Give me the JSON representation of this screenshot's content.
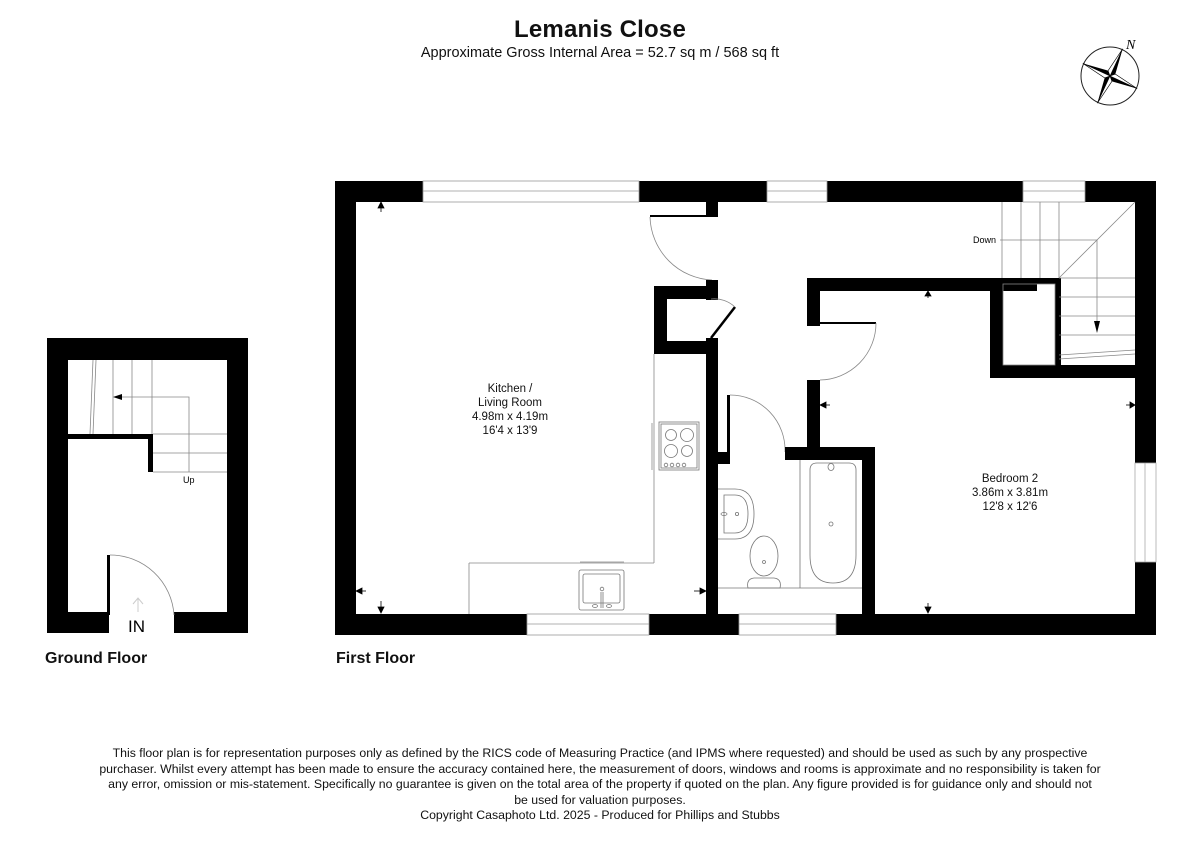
{
  "header": {
    "title": "Lemanis Close",
    "subtitle": "Approximate Gross Internal Area = 52.7 sq m / 568 sq ft"
  },
  "compass": {
    "icon": "north-compass-icon",
    "north_label": "N"
  },
  "ground_floor": {
    "label": "Ground Floor",
    "stair_label": "Up",
    "entrance_label": "IN"
  },
  "first_floor": {
    "label": "First Floor",
    "stair_label": "Down",
    "rooms": [
      {
        "name_line1": "Kitchen /",
        "name_line2": "Living Room",
        "metric": "4.98m x 4.19m",
        "imperial": "16'4 x 13'9"
      },
      {
        "name_line1": "Bedroom 2",
        "metric": "3.86m x 3.81m",
        "imperial": "12'8 x 12'6"
      }
    ],
    "fixtures": [
      "hob-icon",
      "kitchen-sink-icon",
      "bathroom-basin-icon",
      "toilet-icon",
      "bathtub-icon"
    ]
  },
  "footer": {
    "disclaimer_lines": [
      "This floor plan is for representation purposes only as defined by the RICS code of Measuring Practice (and IPMS where requested) and should be used as such by any prospective",
      "purchaser. Whilst every attempt has been made to ensure the accuracy contained here, the measurement of doors, windows and rooms is approximate and no responsibility is taken for",
      "any error, omission or mis-statement. Specifically no guarantee is given on the total area of the property if quoted on the plan. Any figure provided is for guidance only and should not",
      "be used for valuation purposes."
    ],
    "copyright": "Copyright Casaphoto Ltd. 2025 - Produced for Phillips and Stubbs"
  },
  "colors": {
    "wall": "#000000",
    "line": "#777777",
    "background": "#ffffff"
  }
}
